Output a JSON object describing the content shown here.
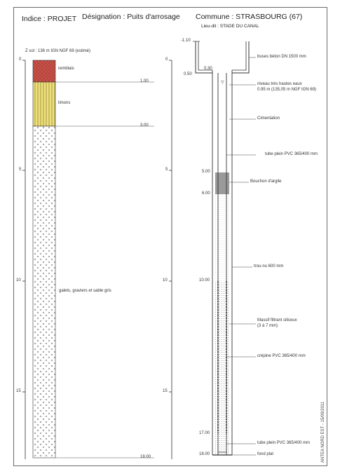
{
  "header": {
    "indice": "Indice : PROJET",
    "designation": "Désignation : Puits d'arrosage",
    "commune": "Commune : STRASBOURG (67)",
    "lieu_dit": "Lieu-dit : STADE DU CANAL"
  },
  "log": {
    "zsol": "Z sol : 136 m IGN NGF 69 (estimé)",
    "scale_ticks": [
      "0",
      "5",
      "10",
      "15"
    ],
    "layers": [
      {
        "name": "remblais",
        "top": 0,
        "bottom": 1.0,
        "color": "#c9534a",
        "pattern": "cross"
      },
      {
        "name": "limons",
        "top": 1.0,
        "bottom": 3.0,
        "color": "#efe07a",
        "pattern": "vlines"
      },
      {
        "name": "galets, graviers et sable gris",
        "top": 3.0,
        "bottom": 18.0,
        "color": "#ffffff",
        "pattern": "dots"
      }
    ],
    "depth_labels": [
      "1.00",
      "3.00",
      "18.00"
    ]
  },
  "well": {
    "scale_ticks": [
      "0",
      "5",
      "10",
      "15"
    ],
    "depth_labels": {
      "top": "-1.10",
      "d030": "0.30",
      "d050": "0.50",
      "d500": "5.00",
      "d600": "6.00",
      "d1000": "10.00",
      "d1700": "17.00",
      "d1800": "18.00"
    },
    "water_mark": "▽",
    "annotations": {
      "buses": "buses béton DN 1500 mm",
      "niveau_l1": "niveau très hautes eaux",
      "niveau_l2": "0.95 m (135,05 m NGF IGN 69)",
      "cimentation": "Cimentation",
      "tube_plein": "tube plein PVC 365/400 mm",
      "bouchon": "Bouchon d'argile",
      "trou": "trou-nu 600 mm",
      "massif_l1": "Massif filtrant siliceux",
      "massif_l2": "(3 à 7 mm)",
      "crepine": "crépine PVC 365/400 mm",
      "tube_plein_bas": "tube plein PVC 365/400 mm",
      "fond": "fond plat"
    }
  },
  "footer": {
    "stamp": "ANTEA NORD EST - 15/09/2011"
  }
}
